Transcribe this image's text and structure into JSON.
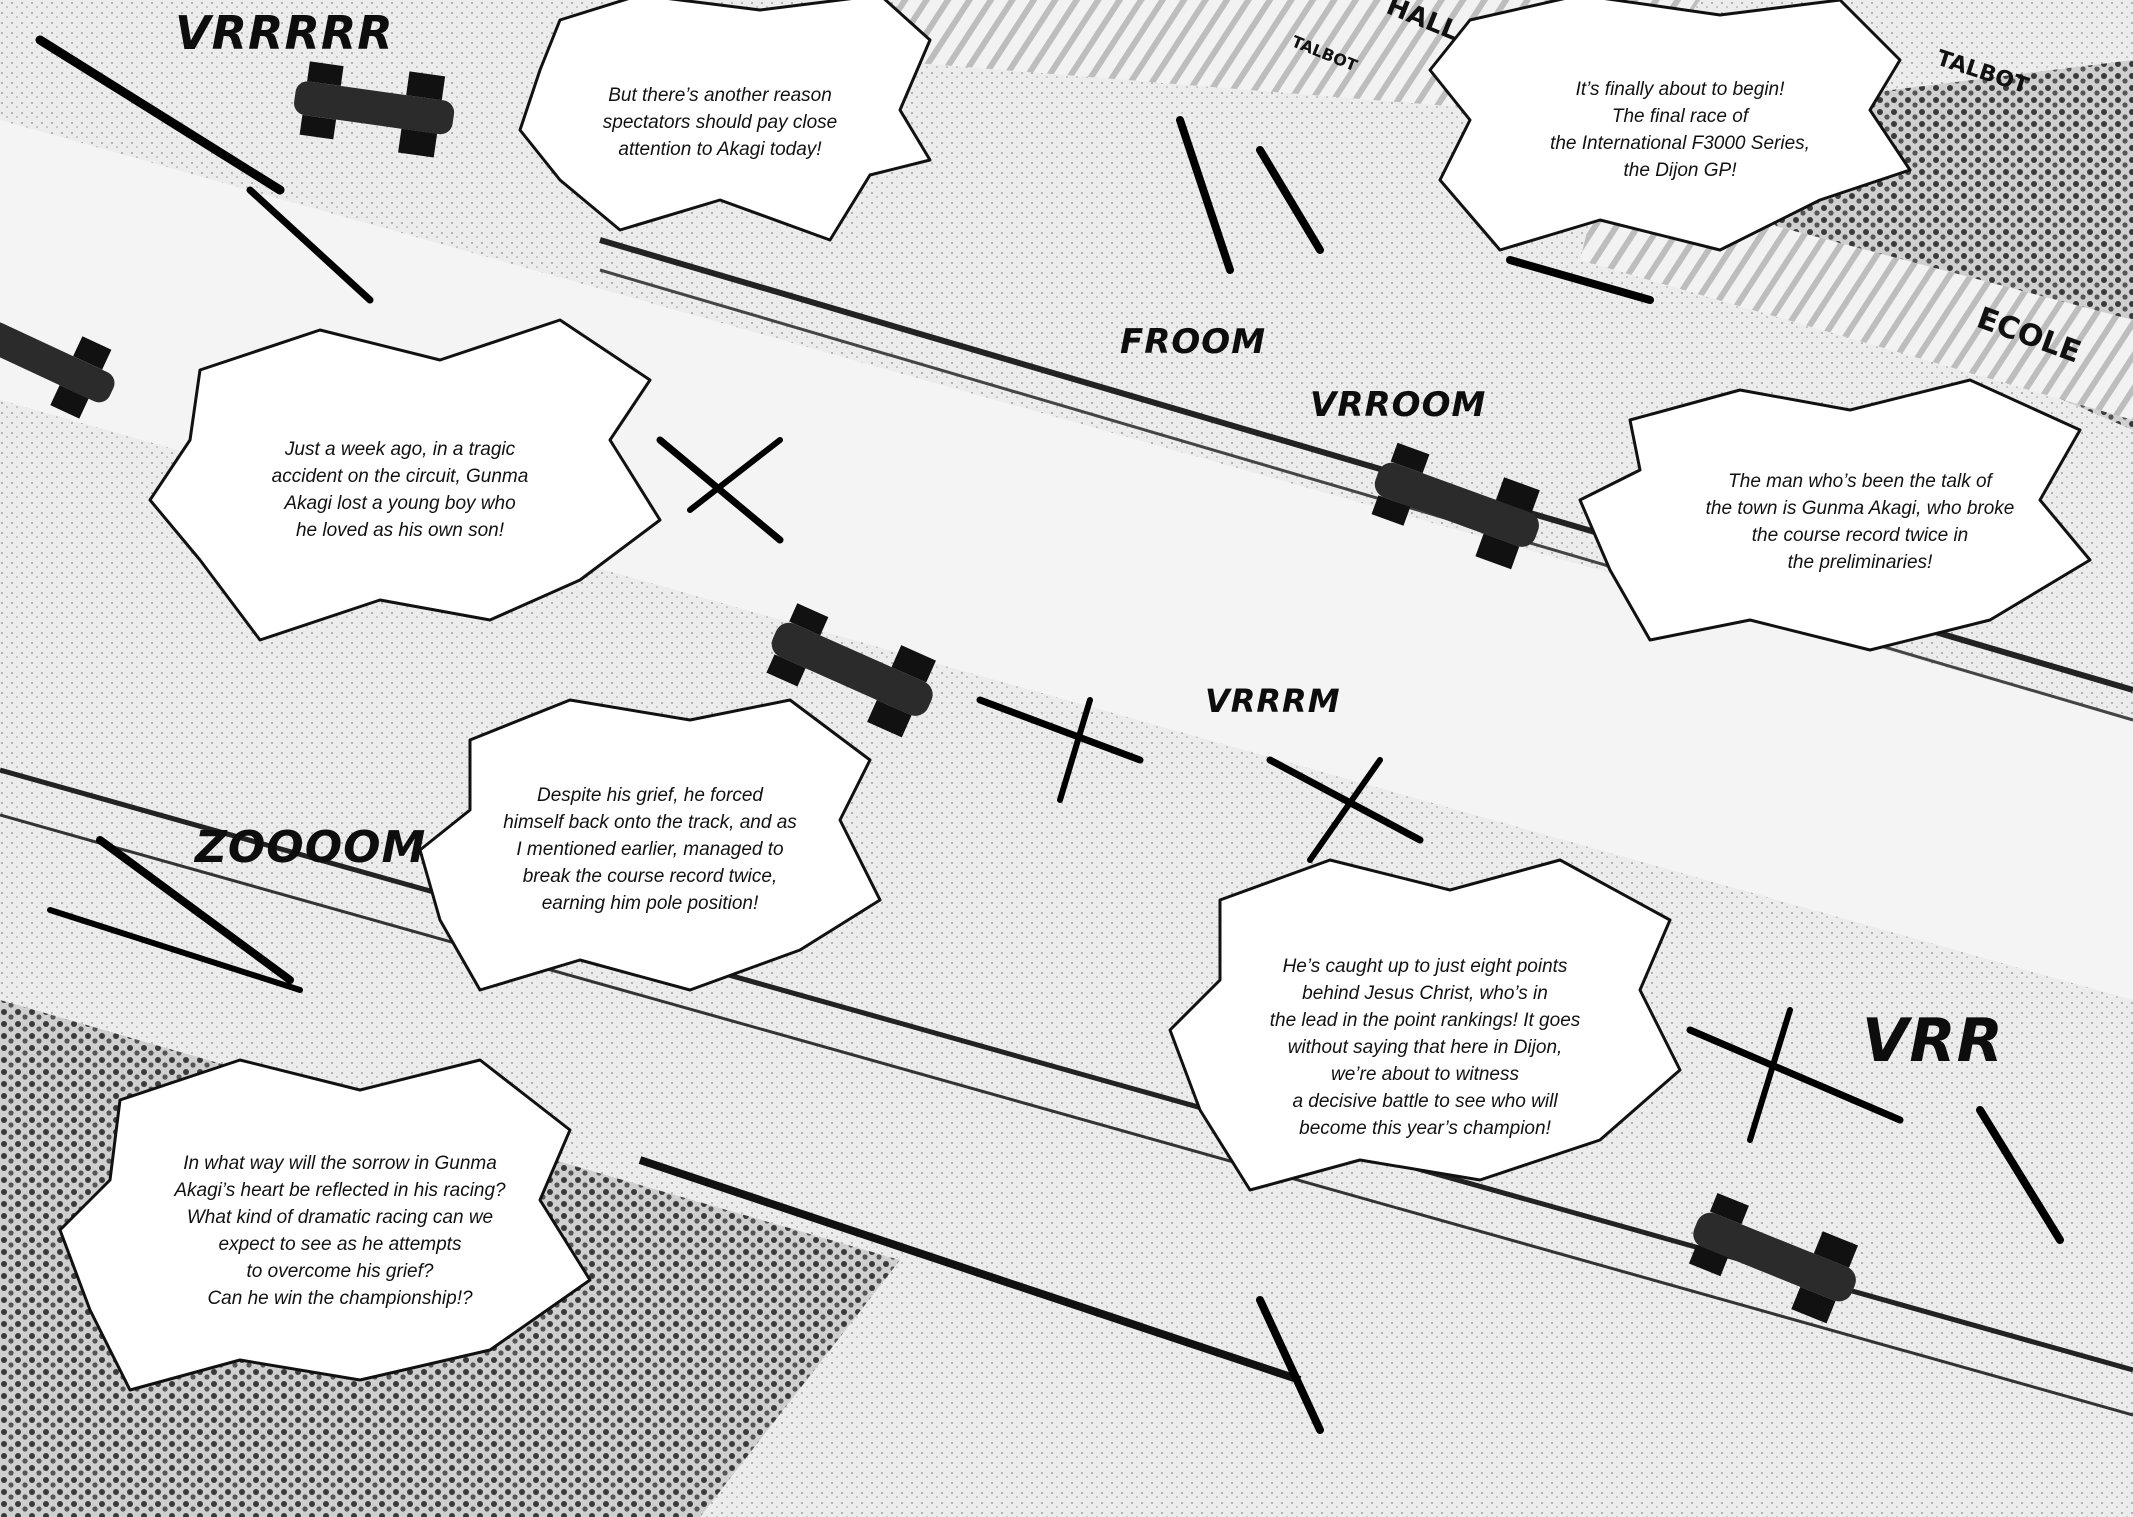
{
  "narration": [
    {
      "lines": [
        "But there’s another reason",
        "spectators should pay close",
        "attention to Akagi today!"
      ]
    },
    {
      "lines": [
        "It’s finally about to begin!",
        "The final race of",
        "the International F3000 Series,",
        "the Dijon GP!"
      ]
    },
    {
      "lines": [
        "Just a week ago, in a tragic",
        "accident on the circuit, Gunma",
        "Akagi lost a young boy who",
        "he loved as his own son!"
      ]
    },
    {
      "lines": [
        "The man who’s been the talk of",
        "the town is Gunma Akagi, who broke",
        "the course record twice in",
        "the preliminaries!"
      ]
    },
    {
      "lines": [
        "Despite his grief, he forced",
        "himself back onto the track, and as",
        "I mentioned earlier, managed to",
        "break the course record twice,",
        "earning him pole position!"
      ]
    },
    {
      "lines": [
        "He’s caught up to just eight points",
        "behind Jesus Christ, who’s in",
        "the lead in the point rankings! It goes",
        "without saying that here in Dijon,",
        "we’re about to witness",
        "a decisive battle to see who will",
        "become this year’s champion!"
      ]
    },
    {
      "lines": [
        "In what way will the sorrow in Gunma",
        "Akagi’s heart be reflected in his racing?",
        "What kind of dramatic racing can we",
        "expect to see as he attempts",
        "to overcome his grief?",
        "Can he win the championship!?"
      ]
    }
  ],
  "sound_effects": {
    "vrrrrr": "VRRRRR",
    "froom": "FROOM",
    "vrroom": "VRROOM",
    "vrrrm": "VRRRM",
    "zoooom": "ZOOOOM",
    "vrr": "VRR"
  },
  "background_signs": {
    "talbot_1": "TALBOT",
    "talbot_2": "TALBOT",
    "ecole": "ECOLE",
    "hall": "HALL"
  },
  "colors": {
    "ink": "#111111",
    "paper": "#ffffff",
    "track": "#e6e6e6",
    "crowd": "#6b6b6b"
  }
}
